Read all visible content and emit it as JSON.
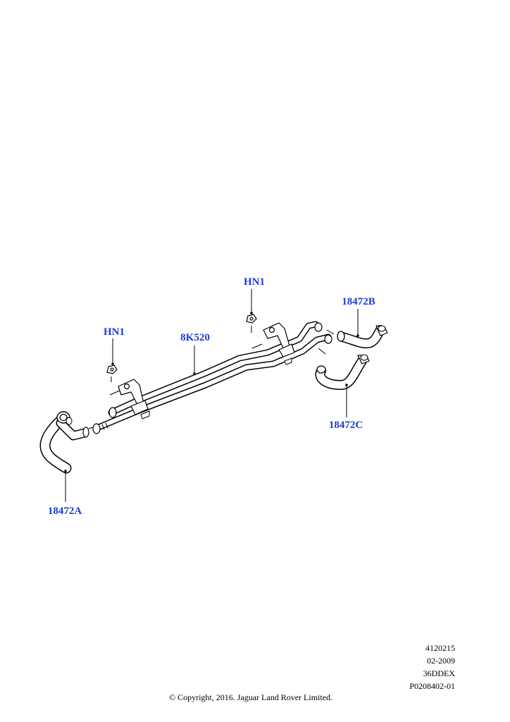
{
  "colors": {
    "callout": "#1a3bd6",
    "line": "#000000",
    "background": "#ffffff"
  },
  "callouts": {
    "hn1_right": "HN1",
    "hn1_left": "HN1",
    "tube_8k520": "8K520",
    "hose_18472a": "18472A",
    "hose_18472b": "18472B",
    "hose_18472c": "18472C"
  },
  "meta": {
    "code1": "4120215",
    "date": "02-2009",
    "code2": "36DDEX",
    "ref": "P0208402-01"
  },
  "copyright": "© Copyright, 2016. Jaguar Land Rover Limited."
}
